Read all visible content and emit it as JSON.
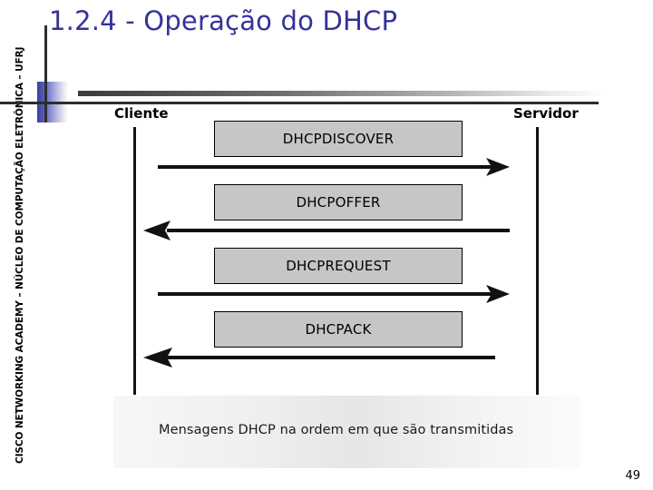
{
  "slide": {
    "title": "1.2.4 - Operação do DHCP",
    "page_number": "49",
    "sidebar_credit": "CISCO NETWORKING ACADEMY – NÚCLEO DE COMPUTAÇÃO ELETRÔNICA – UFRJ",
    "title_color": "#333399",
    "accent_color": "#3c3f9c"
  },
  "diagram": {
    "type": "sequence-diagram",
    "actors": {
      "left": "Cliente",
      "right": "Servidor"
    },
    "messages": [
      {
        "label": "DHCPDISCOVER",
        "direction": "client-to-server"
      },
      {
        "label": "DHCPOFFER",
        "direction": "server-to-client"
      },
      {
        "label": "DHCPREQUEST",
        "direction": "client-to-server"
      },
      {
        "label": "DHCPACK",
        "direction": "server-to-client"
      }
    ],
    "caption": "Mensagens DHCP na ordem em que são transmitidas",
    "box_fill": "#c6c6c6",
    "line_color": "#111111"
  }
}
